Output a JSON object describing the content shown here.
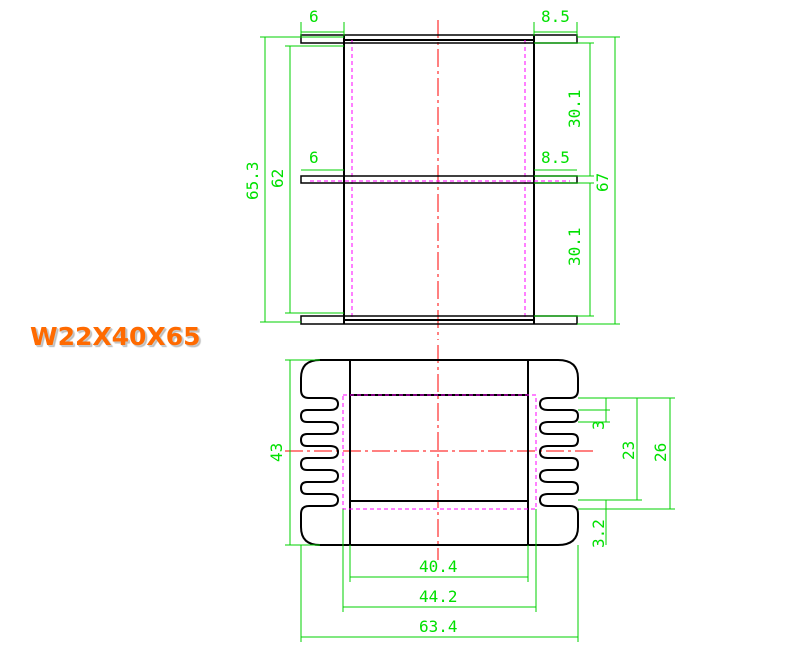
{
  "title": "W22X40X65",
  "colors": {
    "title": "#ff6a00",
    "dimension": "#00d000",
    "outline": "#000000",
    "hidden": "#ff00ff",
    "centerline": "#ff0000"
  },
  "top_view": {
    "dims": {
      "flange_left_top": "6",
      "flange_right_top": "8.5",
      "flange_left_mid": "6",
      "flange_right_mid": "8.5",
      "height_outer": "65.3",
      "height_inner": "62",
      "height_total": "67",
      "section_upper": "30.1",
      "section_lower": "30.1"
    }
  },
  "bottom_view": {
    "dims": {
      "height": "43",
      "width_inner": "40.4",
      "width_mid": "44.2",
      "width_total": "63.4",
      "slot": "3",
      "pin_span": "23",
      "pin_outer": "26",
      "pin_offset": "3.2"
    }
  }
}
